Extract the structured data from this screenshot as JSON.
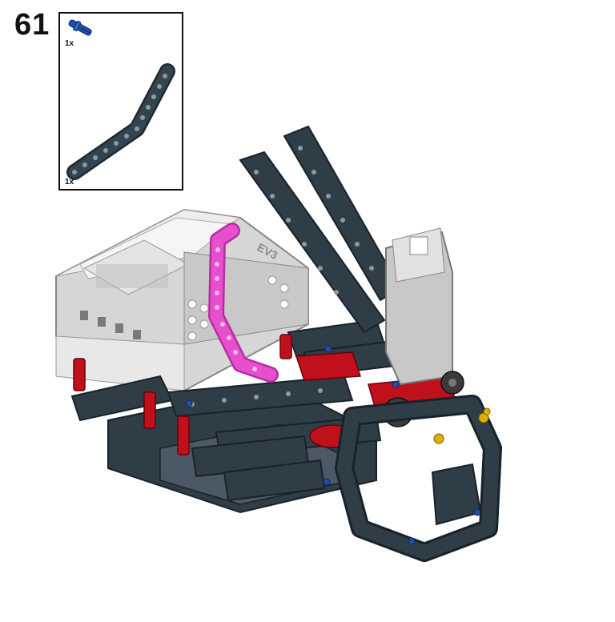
{
  "step": {
    "number": "61"
  },
  "parts": [
    {
      "name": "blue-axle-pin",
      "quantity": "1x",
      "color": "#1f4fa8"
    },
    {
      "name": "bent-beam-dark-gray",
      "quantity": "1x",
      "color": "#2b3a45"
    }
  ],
  "model": {
    "brick_label": "EV3",
    "highlight_color": "#e84fcf",
    "frame_color": "#2b3a45",
    "accent_red": "#c0101c",
    "brick_gray": "#cfcfcf"
  }
}
